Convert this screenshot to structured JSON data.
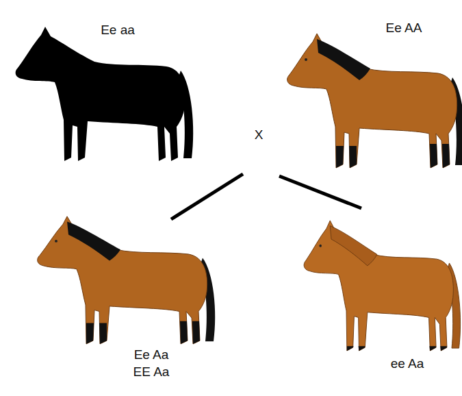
{
  "diagram": {
    "labels": [
      "Ee aa",
      "Ee AA",
      "X",
      "Ee Aa",
      "EE Aa",
      "ee Aa"
    ]
  }
}
